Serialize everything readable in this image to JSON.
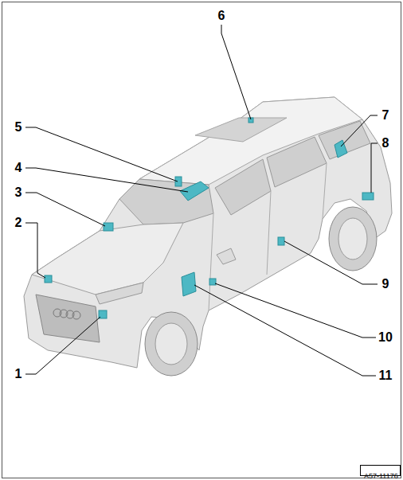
{
  "diagram": {
    "nodes": [
      {
        "text": [
          "A57-11176"
        ]
      }
    ],
    "labels": [
      "1",
      "2",
      "3",
      "4",
      "5",
      "6",
      "7",
      "8",
      "9",
      "10",
      "11"
    ]
  }
}
